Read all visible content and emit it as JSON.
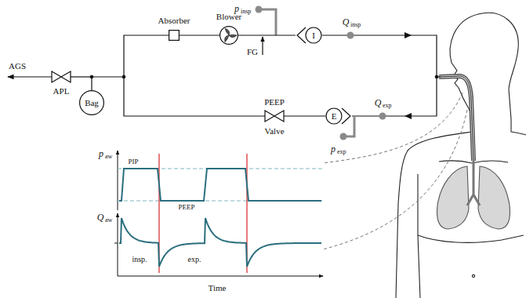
{
  "diagram": {
    "nodes": [
      {
        "text": [
          "Absorber"
        ]
      },
      {
        "text": [
          "Blower"
        ]
      },
      {
        "text": [
          "I"
        ]
      },
      {
        "text": [
          "Bag"
        ]
      },
      {
        "text": [
          "E"
        ]
      }
    ],
    "edges": [
      {
        "from": 0,
        "to": 1,
        "arrow": "none"
      },
      {
        "from": 1,
        "to": 2,
        "arrow": "none"
      }
    ],
    "labels": [
      "AGS",
      "APL",
      "FG",
      "p",
      "insp",
      "Q",
      "insp",
      "PEEP",
      "Valve",
      "p",
      "exp",
      "Q",
      "exp",
      "PIP",
      "PEEP",
      "insp.",
      "exp.",
      "Time",
      "p",
      "aw",
      "Q",
      "aw"
    ]
  }
}
